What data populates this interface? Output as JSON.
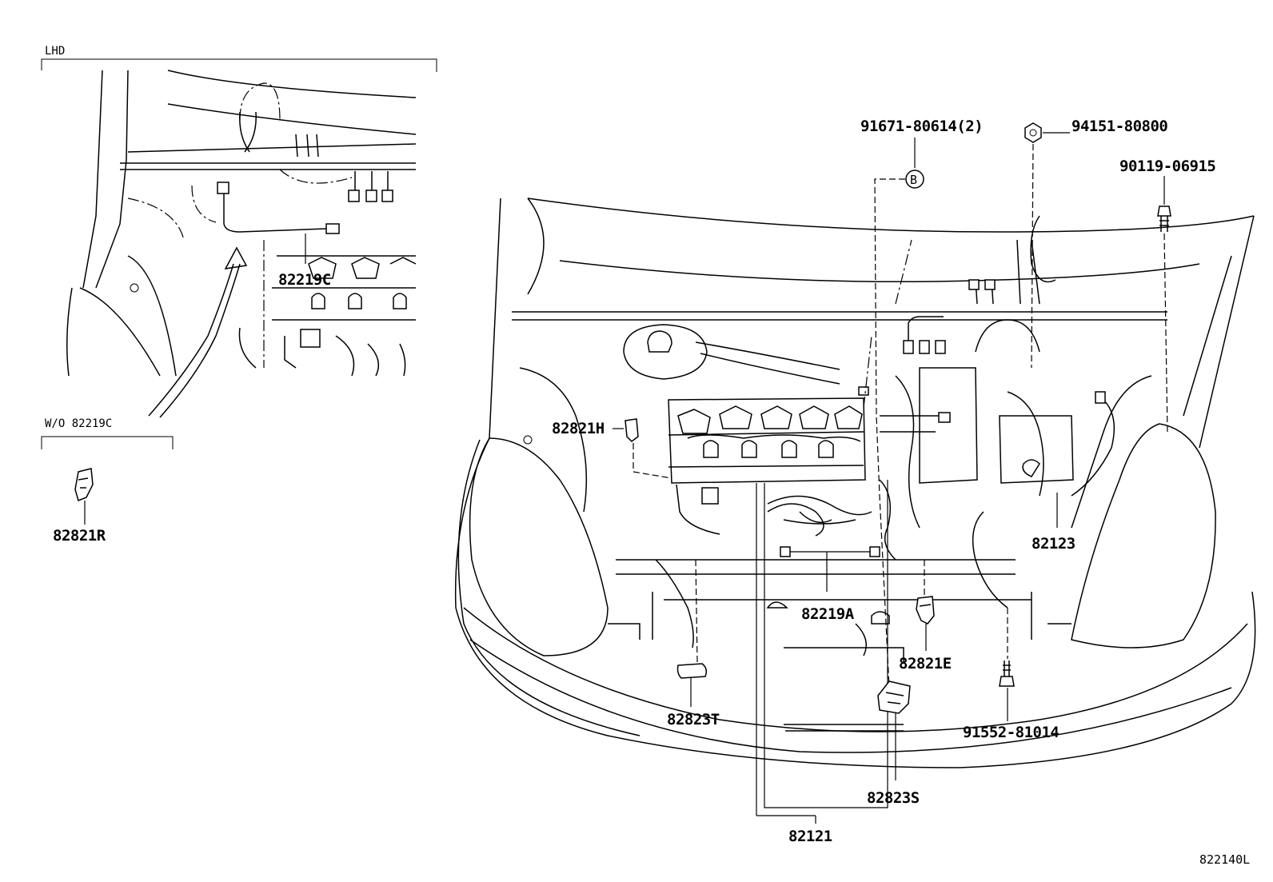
{
  "sections": {
    "lhd": "LHD",
    "wo": "W/O 82219C"
  },
  "parts": {
    "p82219C": "82219C",
    "p82821R": "82821R",
    "p91671": "91671-80614(2)",
    "p94151": "94151-80800",
    "p90119": "90119-06915",
    "circleB": "B",
    "p82821H": "82821H",
    "p82123": "82123",
    "p82219A": "82219A",
    "p82821E": "82821E",
    "p82823T": "82823T",
    "p91552": "91552-81014",
    "p82823S": "82823S",
    "p82121": "82121"
  },
  "figure_id": "822140L"
}
